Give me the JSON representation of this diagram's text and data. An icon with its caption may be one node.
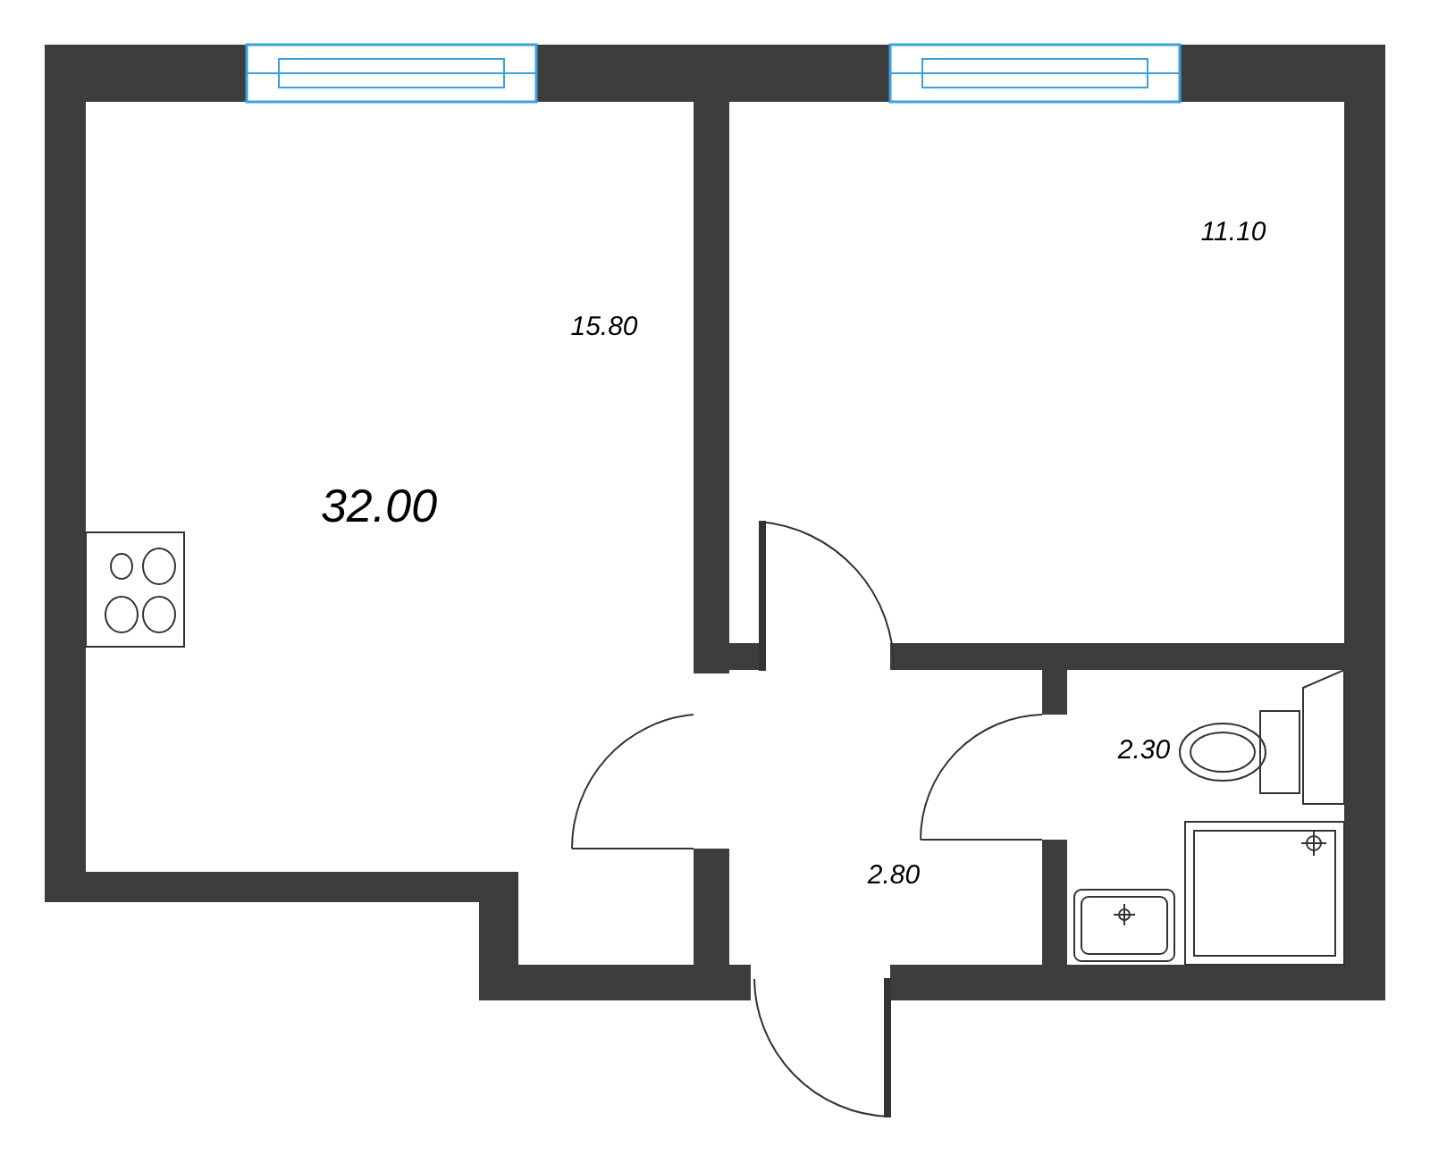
{
  "diagram": {
    "labels": [
      "32.00",
      "15.80",
      "11.10",
      "2.30",
      "2.80"
    ]
  }
}
